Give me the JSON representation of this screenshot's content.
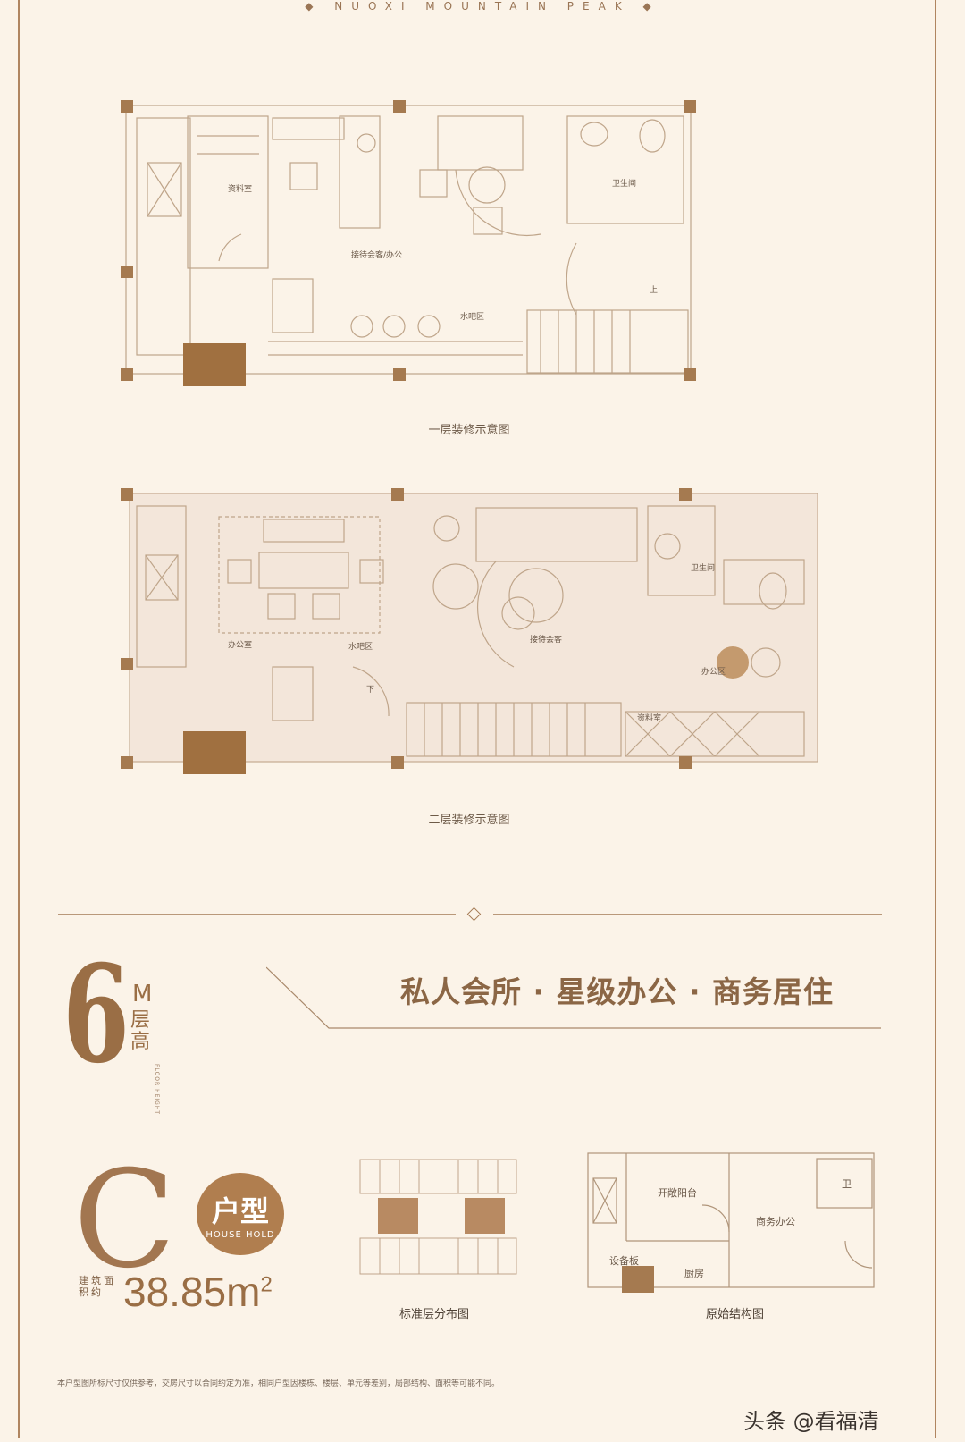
{
  "brand_text": "NUOXI MOUNTAIN PEAK",
  "plan1": {
    "caption": "一层装修示意图",
    "rooms": {
      "archive": "资料室",
      "reception": "接待会客/办公",
      "bathroom": "卫生间",
      "bar": "水吧区",
      "up": "上"
    }
  },
  "plan2": {
    "caption": "二层装修示意图",
    "rooms": {
      "office": "办公室",
      "bar": "水吧区",
      "down": "下",
      "reception": "接待会客",
      "bathroom": "卫生间",
      "office_area": "办公区",
      "archive": "资料室"
    }
  },
  "slogan": "私人会所 · 星级办公 · 商务居住",
  "height": {
    "number": "6",
    "unit": "M",
    "label": "层高",
    "vertical_en": "FLOOR HEIGHT"
  },
  "unit_type": {
    "letter": "C",
    "cn": "户型",
    "en": "HOUSE HOLD"
  },
  "area": {
    "label": "建筑面积约",
    "value": "38.85m",
    "superscript": "2"
  },
  "standard_floor": {
    "caption": "标准层分布图"
  },
  "original": {
    "caption": "原始结构图",
    "rooms": {
      "balcony": "开敞阳台",
      "biz_office": "商务办公",
      "equipment": "设备板",
      "kitchen": "厨房",
      "toilet": "卫"
    }
  },
  "footnote": "本户型图所标尺寸仅供参考，交房尺寸以合同约定为准，相同户型因楼栋、楼层、单元等差别，局部结构、面积等可能不同。",
  "watermark": "头条 @看福清"
}
